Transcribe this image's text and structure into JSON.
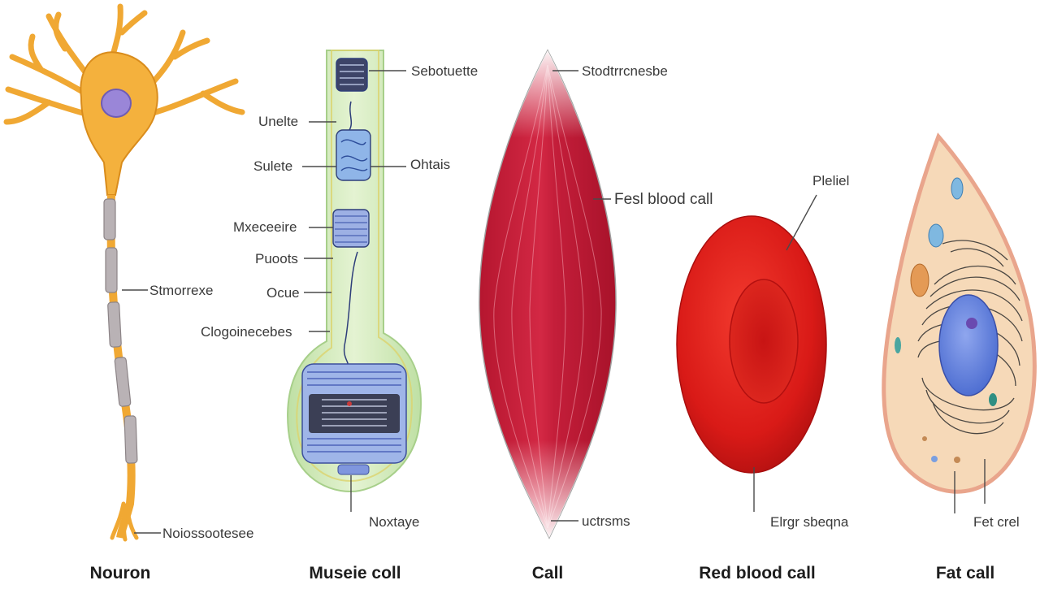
{
  "colors": {
    "neuron": "#f4b13d",
    "neuron_edge": "#d98c1c",
    "nucleus": "#9a86d8",
    "muscle_red": "#c81e3a",
    "rbc_red": "#e0201c",
    "fat_cell": "#f6d9b8",
    "fat_membrane": "#e9a58c",
    "column_green": "#cfe9b8"
  },
  "cells": [
    {
      "caption": "Nouron",
      "labels": [
        "Noiossootesee",
        "Stmorrexe"
      ]
    },
    {
      "caption": "Museie coll",
      "labels": [
        "Sebotuette",
        "Unelte",
        "Sulete",
        "Ohtais",
        "Mxeceeire",
        "Puoots",
        "Ocue",
        "Clogoinecebes",
        "Noxtaye"
      ]
    },
    {
      "caption": "Call",
      "labels": [
        "Stodtrrcnesbe",
        "Fesl blood call",
        "uctrsms"
      ]
    },
    {
      "caption": "Red blood call",
      "labels": [
        "Pleliel",
        "Elrgr sbeqna"
      ]
    },
    {
      "caption": "Fat call",
      "labels": [
        "Fet crel"
      ]
    }
  ]
}
